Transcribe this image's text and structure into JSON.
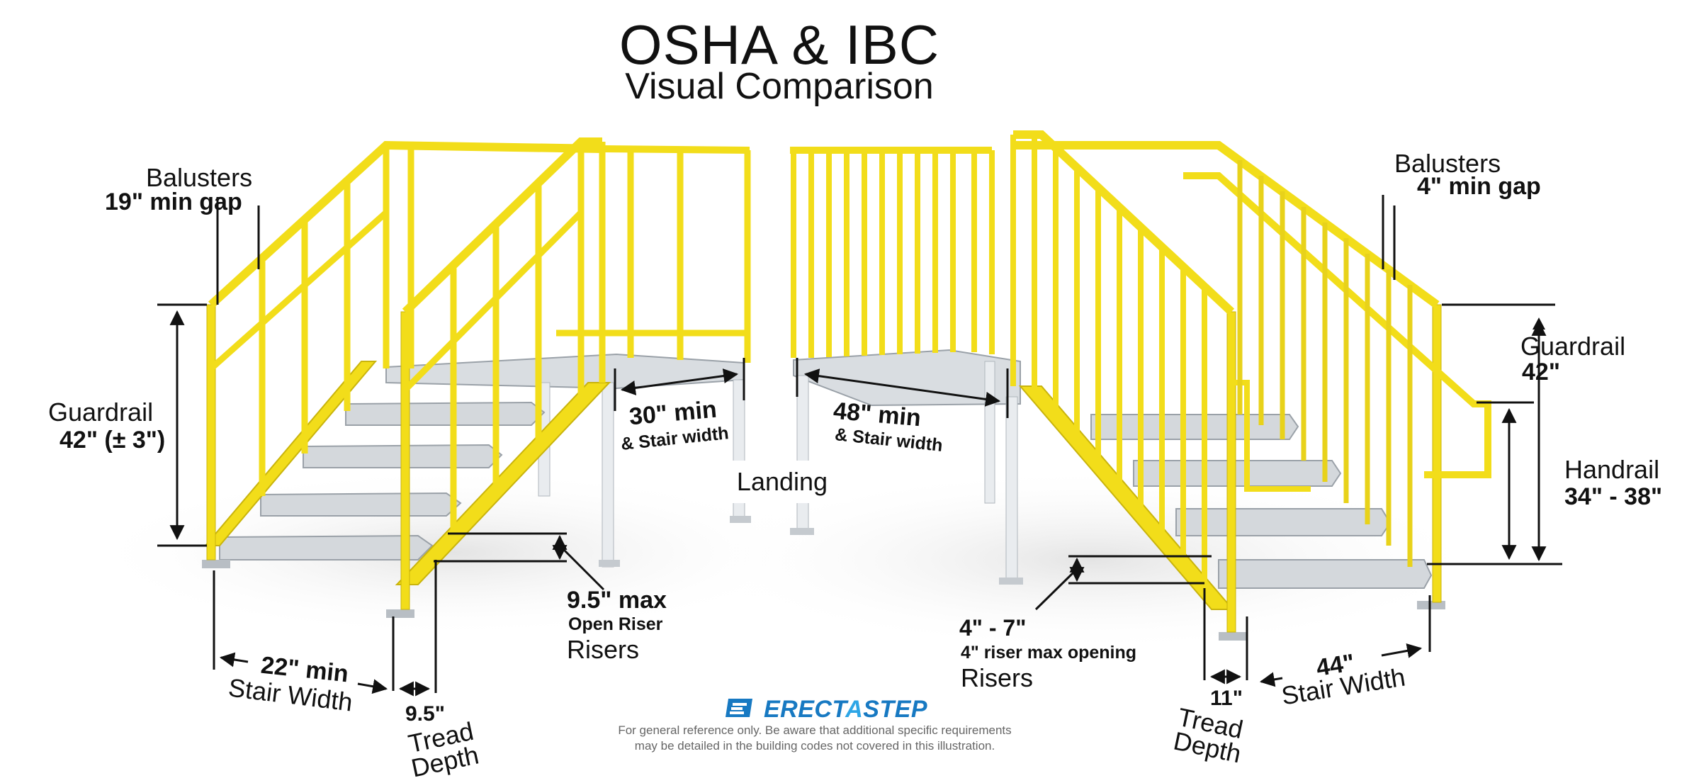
{
  "header": {
    "title": "OSHA & IBC",
    "subtitle": "Visual Comparison"
  },
  "left_stair": {
    "balusters_label": "Balusters",
    "balusters_gap": "19\" min gap",
    "guardrail_label": "Guardrail",
    "guardrail_value": "42\" (± 3\")",
    "landing_width_value": "30\" min",
    "landing_width_note": "& Stair width",
    "riser_value": "9.5\" max",
    "riser_note": "Open Riser",
    "riser_label": "Risers",
    "stair_width_value": "22\" min",
    "stair_width_label": "Stair Width",
    "tread_value": "9.5\"",
    "tread_label_1": "Tread",
    "tread_label_2": "Depth"
  },
  "center": {
    "landing_label": "Landing"
  },
  "right_stair": {
    "balusters_label": "Balusters",
    "balusters_gap": "4\" min gap",
    "guardrail_label": "Guardrail",
    "guardrail_value": "42\"",
    "handrail_label": "Handrail",
    "handrail_value": "34\" - 38\"",
    "landing_width_value": "48\" min",
    "landing_width_note": "& Stair width",
    "riser_value": "4\" - 7\"",
    "riser_note": "4\" riser max opening",
    "riser_label": "Risers",
    "stair_width_value": "44\"",
    "stair_width_label": "Stair Width",
    "tread_value": "11\"",
    "tread_label_1": "Tread",
    "tread_label_2": "Depth"
  },
  "footer": {
    "brand_part1": "ERECT",
    "brand_part2": "A",
    "brand_part3": "STEP",
    "disclaimer_line1": "For general reference only.  Be aware that additional specific requirements",
    "disclaimer_line2": "may be detailed in the building codes not covered in this illustration."
  },
  "colors": {
    "rail_yellow": "#f2dd1a",
    "rail_shadow": "#c9b40c",
    "tread_gray": "#d4d8dc",
    "tread_dark": "#9aa1a8",
    "dimension_black": "#111111",
    "brand_blue": "#1779c2"
  }
}
